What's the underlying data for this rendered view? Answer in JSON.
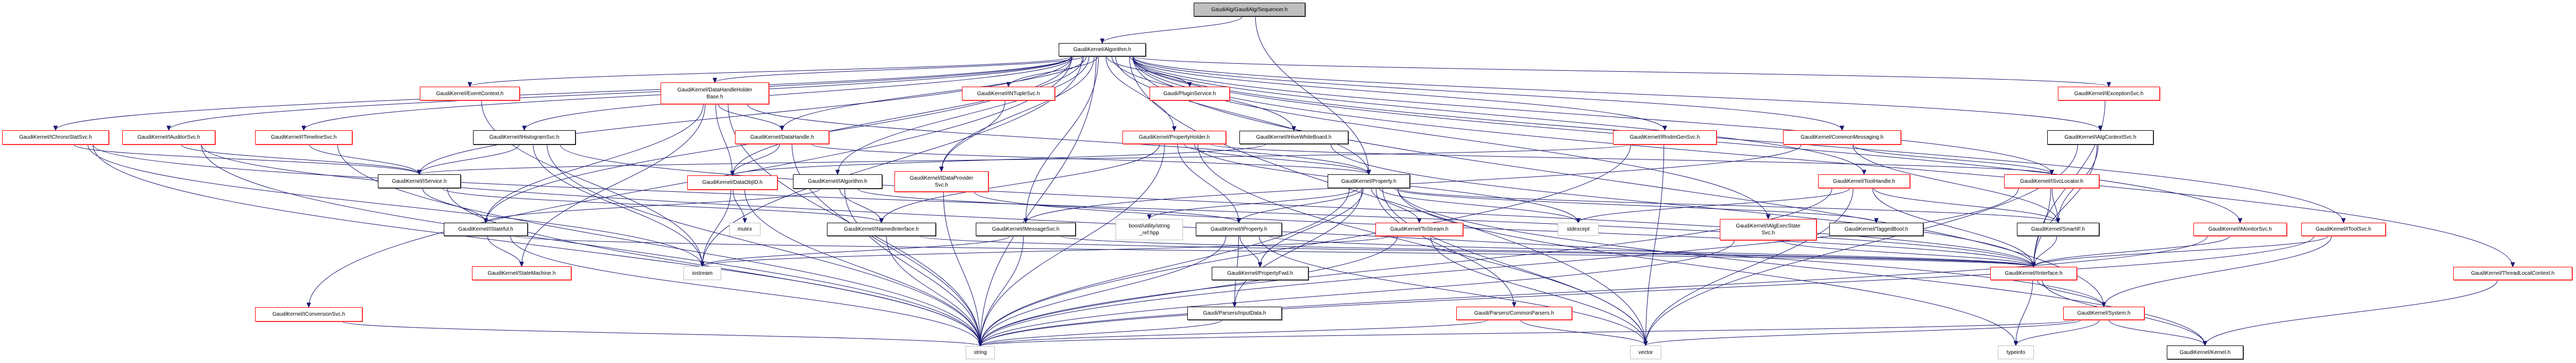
{
  "title": "GaudiAlg/GaudiAlg/Sequencer.h include dependency graph",
  "legend": {
    "root_fill": "#bfbfbf",
    "documented_border": "#000000",
    "undocumented_border": "#ff0000",
    "system_border": "#bfbfbf",
    "edge_color": "#191970"
  },
  "nodes": [
    {
      "id": "sequencer",
      "label": "GaudiAlg/GaudiAlg/Sequencer.h",
      "style": "root"
    },
    {
      "id": "algorithm",
      "label": "GaudiKernel/Algorithm.h",
      "style": "black"
    },
    {
      "id": "ichronostatsvc",
      "label": "GaudiKernel/IChronoStatSvc.h",
      "style": "red"
    },
    {
      "id": "iauditorsvc",
      "label": "GaudiKernel/IAuditorSvc.h",
      "style": "red"
    },
    {
      "id": "itimelinesvc",
      "label": "GaudiKernel/ITimelineSvc.h",
      "style": "red"
    },
    {
      "id": "eventcontext",
      "label": "GaudiKernel/EventContext.h",
      "style": "red"
    },
    {
      "id": "ihistogramsvc",
      "label": "GaudiKernel/IHistogramSvc.h",
      "style": "black"
    },
    {
      "id": "datahandleholderbase",
      "label": "GaudiKernel/DataHandleHolder\nBase.h",
      "style": "red"
    },
    {
      "id": "datahandle",
      "label": "GaudiKernel/DataHandle.h",
      "style": "red"
    },
    {
      "id": "intuplesvc",
      "label": "GaudiKernel/INTupleSvc.h",
      "style": "red"
    },
    {
      "id": "pluginservice",
      "label": "Gaudi/PluginService.h",
      "style": "red"
    },
    {
      "id": "propertyholder",
      "label": "GaudiKernel/PropertyHolder.h",
      "style": "red"
    },
    {
      "id": "ihivewhiteboard",
      "label": "GaudiKernel/IHiveWhiteBoard.h",
      "style": "black"
    },
    {
      "id": "irndmgensvc",
      "label": "GaudiKernel/IRndmGenSvc.h",
      "style": "red"
    },
    {
      "id": "commonmessaging",
      "label": "GaudiKernel/CommonMessaging.h",
      "style": "red"
    },
    {
      "id": "iexceptionsvc",
      "label": "GaudiKernel/IExceptionSvc.h",
      "style": "red"
    },
    {
      "id": "ialgcontextsvc",
      "label": "GaudiKernel/IAlgContextSvc.h",
      "style": "black"
    },
    {
      "id": "iservice",
      "label": "GaudiKernel/IService.h",
      "style": "black"
    },
    {
      "id": "dataobjid",
      "label": "GaudiKernel/DataObjID.h",
      "style": "red"
    },
    {
      "id": "ialgorithm",
      "label": "GaudiKernel/IAlgorithm.h",
      "style": "black"
    },
    {
      "id": "idataprovidersvc",
      "label": "GaudiKernel/IDataProvider\nSvc.h",
      "style": "red"
    },
    {
      "id": "property",
      "label": "GaudiKernel/Property.h",
      "style": "black"
    },
    {
      "id": "toolhandle",
      "label": "GaudiKernel/ToolHandle.h",
      "style": "red"
    },
    {
      "id": "isvclocator",
      "label": "GaudiKernel/ISvcLocator.h",
      "style": "red"
    },
    {
      "id": "istateful",
      "label": "GaudiKernel/IStateful.h",
      "style": "black"
    },
    {
      "id": "mutex",
      "label": "mutex",
      "style": "grey"
    },
    {
      "id": "inamedinterface",
      "label": "GaudiKernel/INamedInterface.h",
      "style": "black"
    },
    {
      "id": "imessagesvc",
      "label": "GaudiKernel/IMessageSvc.h",
      "style": "black"
    },
    {
      "id": "stringref",
      "label": "boost/utility/string\n_ref.hpp",
      "style": "grey"
    },
    {
      "id": "iproperty",
      "label": "GaudiKernel/IProperty.h",
      "style": "black"
    },
    {
      "id": "tostream",
      "label": "GaudiKernel/ToStream.h",
      "style": "red"
    },
    {
      "id": "stdexcept",
      "label": "stdexcept",
      "style": "grey"
    },
    {
      "id": "ialgexecstatesvc",
      "label": "GaudiKernel/IAlgExecState\nSvc.h",
      "style": "red"
    },
    {
      "id": "taggedbool",
      "label": "GaudiKernel/TaggedBool.h",
      "style": "black"
    },
    {
      "id": "smartif",
      "label": "GaudiKernel/SmartIF.h",
      "style": "black"
    },
    {
      "id": "imonitorsvc",
      "label": "GaudiKernel/IMonitorSvc.h",
      "style": "red"
    },
    {
      "id": "itoolsvc",
      "label": "GaudiKernel/IToolSvc.h",
      "style": "red"
    },
    {
      "id": "statemachine",
      "label": "GaudiKernel/StateMachine.h",
      "style": "red"
    },
    {
      "id": "iostream",
      "label": "iostream",
      "style": "grey"
    },
    {
      "id": "propertyfwd",
      "label": "GaudiKernel/PropertyFwd.h",
      "style": "black"
    },
    {
      "id": "iinterface",
      "label": "GaudiKernel/IInterface.h",
      "style": "red"
    },
    {
      "id": "threadlocalcontext",
      "label": "GaudiKernel/ThreadLocalContext.h",
      "style": "red"
    },
    {
      "id": "iconversionsvc",
      "label": "GaudiKernel/IConversionSvc.h",
      "style": "red"
    },
    {
      "id": "inputdata",
      "label": "Gaudi/Parsers/InputData.h",
      "style": "black"
    },
    {
      "id": "commonparsers",
      "label": "Gaudi/Parsers/CommonParsers.h",
      "style": "red"
    },
    {
      "id": "system",
      "label": "GaudiKernel/System.h",
      "style": "red"
    },
    {
      "id": "string",
      "label": "string",
      "style": "grey"
    },
    {
      "id": "vector",
      "label": "vector",
      "style": "grey"
    },
    {
      "id": "typeinfo",
      "label": "typeinfo",
      "style": "grey"
    },
    {
      "id": "kernel",
      "label": "GaudiKernel/Kernel.h",
      "style": "black"
    }
  ],
  "edges": [
    [
      "sequencer",
      "algorithm"
    ],
    [
      "sequencer",
      "property"
    ],
    [
      "algorithm",
      "ichronostatsvc"
    ],
    [
      "algorithm",
      "iauditorsvc"
    ],
    [
      "algorithm",
      "itimelinesvc"
    ],
    [
      "algorithm",
      "eventcontext"
    ],
    [
      "algorithm",
      "ihistogramsvc"
    ],
    [
      "algorithm",
      "datahandleholderbase"
    ],
    [
      "algorithm",
      "datahandle"
    ],
    [
      "algorithm",
      "intuplesvc"
    ],
    [
      "algorithm",
      "pluginservice"
    ],
    [
      "algorithm",
      "propertyholder"
    ],
    [
      "algorithm",
      "ihivewhiteboard"
    ],
    [
      "algorithm",
      "irndmgensvc"
    ],
    [
      "algorithm",
      "commonmessaging"
    ],
    [
      "algorithm",
      "iexceptionsvc"
    ],
    [
      "algorithm",
      "ialgcontextsvc"
    ],
    [
      "algorithm",
      "iservice"
    ],
    [
      "algorithm",
      "dataobjid"
    ],
    [
      "algorithm",
      "ialgorithm"
    ],
    [
      "algorithm",
      "idataprovidersvc"
    ],
    [
      "algorithm",
      "property"
    ],
    [
      "algorithm",
      "toolhandle"
    ],
    [
      "algorithm",
      "isvclocator"
    ],
    [
      "algorithm",
      "istateful"
    ],
    [
      "algorithm",
      "iconversionsvc"
    ],
    [
      "algorithm",
      "ialgexecstatesvc"
    ],
    [
      "algorithm",
      "imonitorsvc"
    ],
    [
      "algorithm",
      "itoolsvc"
    ],
    [
      "algorithm",
      "threadlocalcontext"
    ],
    [
      "algorithm",
      "system"
    ],
    [
      "algorithm",
      "string"
    ],
    [
      "algorithm",
      "vector"
    ],
    [
      "algorithm",
      "iostream"
    ],
    [
      "algorithm",
      "imessagesvc"
    ],
    [
      "ichronostatsvc",
      "iservice"
    ],
    [
      "ichronostatsvc",
      "iostream"
    ],
    [
      "ichronostatsvc",
      "string"
    ],
    [
      "ichronostatsvc",
      "iinterface"
    ],
    [
      "iauditorsvc",
      "iservice"
    ],
    [
      "iauditorsvc",
      "string"
    ],
    [
      "iauditorsvc",
      "system"
    ],
    [
      "itimelinesvc",
      "iservice"
    ],
    [
      "itimelinesvc",
      "string"
    ],
    [
      "eventcontext",
      "iostream"
    ],
    [
      "ihistogramsvc",
      "iservice"
    ],
    [
      "ihistogramsvc",
      "iostream"
    ],
    [
      "ihistogramsvc",
      "string"
    ],
    [
      "ihistogramsvc",
      "iinterface"
    ],
    [
      "datahandleholderbase",
      "datahandle"
    ],
    [
      "datahandleholderbase",
      "dataobjid"
    ],
    [
      "datahandleholderbase",
      "istateful"
    ],
    [
      "datahandleholderbase",
      "statemachine"
    ],
    [
      "datahandleholderbase",
      "string"
    ],
    [
      "datahandleholderbase",
      "property"
    ],
    [
      "datahandle",
      "dataobjid"
    ],
    [
      "datahandle",
      "string"
    ],
    [
      "datahandle",
      "property"
    ],
    [
      "intuplesvc",
      "idataprovidersvc"
    ],
    [
      "propertyholder",
      "iproperty"
    ],
    [
      "propertyholder",
      "property"
    ],
    [
      "propertyholder",
      "inamedinterface"
    ],
    [
      "propertyholder",
      "string"
    ],
    [
      "propertyholder",
      "vector"
    ],
    [
      "propertyholder",
      "stdexcept"
    ],
    [
      "propertyholder",
      "isvclocator"
    ],
    [
      "ihivewhiteboard",
      "iinterface"
    ],
    [
      "ihivewhiteboard",
      "dataobjid"
    ],
    [
      "irndmgensvc",
      "iservice"
    ],
    [
      "irndmgensvc",
      "string"
    ],
    [
      "irndmgensvc",
      "vector"
    ],
    [
      "commonmessaging",
      "imessagesvc"
    ],
    [
      "commonmessaging",
      "isvclocator"
    ],
    [
      "commonmessaging",
      "smartif"
    ],
    [
      "iexceptionsvc",
      "iinterface"
    ],
    [
      "ialgcontextsvc",
      "iinterface"
    ],
    [
      "ialgcontextsvc",
      "vector"
    ],
    [
      "ialgcontextsvc",
      "smartif"
    ],
    [
      "iservice",
      "istateful"
    ],
    [
      "iservice",
      "inamedinterface"
    ],
    [
      "iservice",
      "string"
    ],
    [
      "dataobjid",
      "iostream"
    ],
    [
      "dataobjid",
      "mutex"
    ],
    [
      "dataobjid",
      "string"
    ],
    [
      "ialgorithm",
      "istateful"
    ],
    [
      "ialgorithm",
      "inamedinterface"
    ],
    [
      "ialgorithm",
      "string"
    ],
    [
      "ialgorithm",
      "iproperty"
    ],
    [
      "idataprovidersvc",
      "iinterface"
    ],
    [
      "idataprovidersvc",
      "string"
    ],
    [
      "property",
      "iproperty"
    ],
    [
      "property",
      "propertyfwd"
    ],
    [
      "property",
      "tostream"
    ],
    [
      "property",
      "stringref"
    ],
    [
      "property",
      "stdexcept"
    ],
    [
      "property",
      "taggedbool"
    ],
    [
      "property",
      "inputdata"
    ],
    [
      "property",
      "commonparsers"
    ],
    [
      "property",
      "string"
    ],
    [
      "property",
      "vector"
    ],
    [
      "property",
      "smartif"
    ],
    [
      "property",
      "kernel"
    ],
    [
      "property",
      "typeinfo"
    ],
    [
      "toolhandle",
      "smartif"
    ],
    [
      "toolhandle",
      "iinterface"
    ],
    [
      "toolhandle",
      "string"
    ],
    [
      "toolhandle",
      "vector"
    ],
    [
      "toolhandle",
      "stdexcept"
    ],
    [
      "isvclocator",
      "smartif"
    ],
    [
      "isvclocator",
      "iinterface"
    ],
    [
      "isvclocator",
      "string"
    ],
    [
      "istateful",
      "statemachine"
    ],
    [
      "istateful",
      "iinterface"
    ],
    [
      "istateful",
      "string"
    ],
    [
      "inamedinterface",
      "iinterface"
    ],
    [
      "inamedinterface",
      "string"
    ],
    [
      "imessagesvc",
      "iinterface"
    ],
    [
      "imessagesvc",
      "string"
    ],
    [
      "imessagesvc",
      "iostream"
    ],
    [
      "iproperty",
      "propertyfwd"
    ],
    [
      "iproperty",
      "inputdata"
    ],
    [
      "iproperty",
      "iinterface"
    ],
    [
      "iproperty",
      "string"
    ],
    [
      "iproperty",
      "vector"
    ],
    [
      "tostream",
      "string"
    ],
    [
      "tostream",
      "vector"
    ],
    [
      "tostream",
      "iostream"
    ],
    [
      "ialgexecstatesvc",
      "iinterface"
    ],
    [
      "ialgexecstatesvc",
      "string"
    ],
    [
      "smartif",
      "iinterface"
    ],
    [
      "imonitorsvc",
      "iinterface"
    ],
    [
      "imonitorsvc",
      "string"
    ],
    [
      "itoolsvc",
      "iinterface"
    ],
    [
      "itoolsvc",
      "system"
    ],
    [
      "itoolsvc",
      "string"
    ],
    [
      "iinterface",
      "system"
    ],
    [
      "iinterface",
      "typeinfo"
    ],
    [
      "iinterface",
      "kernel"
    ],
    [
      "threadlocalcontext",
      "kernel"
    ],
    [
      "iconversionsvc",
      "string"
    ],
    [
      "inputdata",
      "string"
    ],
    [
      "commonparsers",
      "string"
    ],
    [
      "commonparsers",
      "vector"
    ],
    [
      "system",
      "kernel"
    ],
    [
      "system",
      "typeinfo"
    ],
    [
      "system",
      "string"
    ],
    [
      "system",
      "vector"
    ]
  ]
}
